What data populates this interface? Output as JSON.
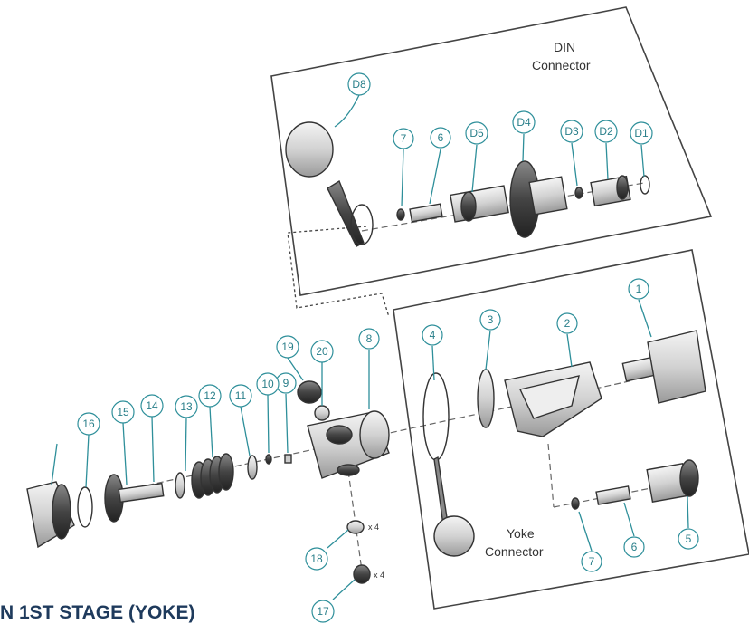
{
  "din_box": {
    "caption_line1": "DIN",
    "caption_line2": "Connector"
  },
  "yoke_box": {
    "caption_line1": "Yoke",
    "caption_line2": "Connector"
  },
  "quantities": {
    "o_ring_18": "x 4",
    "filter_17": "x 4"
  },
  "footer_title": "N 1ST STAGE (YOKE)",
  "callouts": [
    "D8",
    "7",
    "6",
    "D5",
    "D4",
    "D3",
    "D2",
    "D1",
    "1",
    "2",
    "3",
    "4",
    "5",
    "6",
    "7",
    "8",
    "9",
    "10",
    "11",
    "12",
    "13",
    "14",
    "15",
    "16",
    "17",
    "18",
    "19",
    "20"
  ],
  "colors": {
    "callout_teal": "#2e8f9a",
    "title_navy": "#1e3a5c",
    "line": "#444444"
  }
}
